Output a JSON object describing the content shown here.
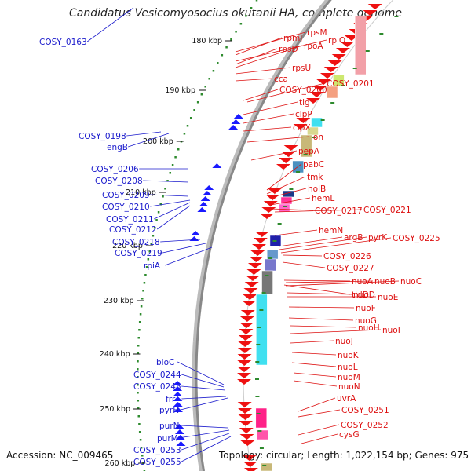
{
  "title": "Candidatus Vesicomyosocius okutanii HA, complete genome",
  "accession": "Accession: NC_009465",
  "topology": "Topology: circular; Length: 1,022,154 bp; Genes: 975",
  "colors": {
    "left_labels": "#1a1acc",
    "right_labels": "#dd1010",
    "forward_arrow": "#1a1aff",
    "reverse_arrow": "#ee1111",
    "tick_dots": "#2e8b2e",
    "backbone": "#888888"
  },
  "ticks": [
    "180 kbp",
    "190 kbp",
    "200 kbp",
    "210 kbp",
    "220 kbp",
    "230 kbp",
    "240 kbp",
    "250 kbp",
    "260 kbp"
  ],
  "left_labels": [
    "COSY_0163",
    "COSY_0198",
    "engB",
    "COSY_0206",
    "COSY_0208",
    "COSY_0209",
    "COSY_0210",
    "COSY_0211",
    "COSY_0212",
    "COSY_0218",
    "COSY_0219",
    "rpiA",
    "bioC",
    "COSY_0244",
    "COSY_0245",
    "frr",
    "pyrH",
    "purN",
    "purM",
    "COSY_0253",
    "COSY_0255"
  ],
  "right_labels": [
    "rpsM",
    "rpmJ",
    "rplQ",
    "rpsD",
    "rpoA",
    "rpsU",
    "cca",
    "COSY_0200",
    "COSY_0201",
    "tig",
    "clpP",
    "clpX",
    "lon",
    "pepA",
    "pabC",
    "tmk",
    "holB",
    "hemL",
    "COSY_0217",
    "COSY_0221",
    "hemN",
    "argB",
    "pyrK",
    "COSY_0225",
    "COSY_0226",
    "COSY_0227",
    "tldD",
    "nuoA",
    "nuoB",
    "nuoC",
    "nuoD",
    "nuoE",
    "nuoF",
    "nuoG",
    "nuoH",
    "nuoI",
    "nuoJ",
    "nuoK",
    "nuoL",
    "nuoM",
    "nuoN",
    "uvrA",
    "COSY_0251",
    "COSY_0252",
    "cysG"
  ]
}
